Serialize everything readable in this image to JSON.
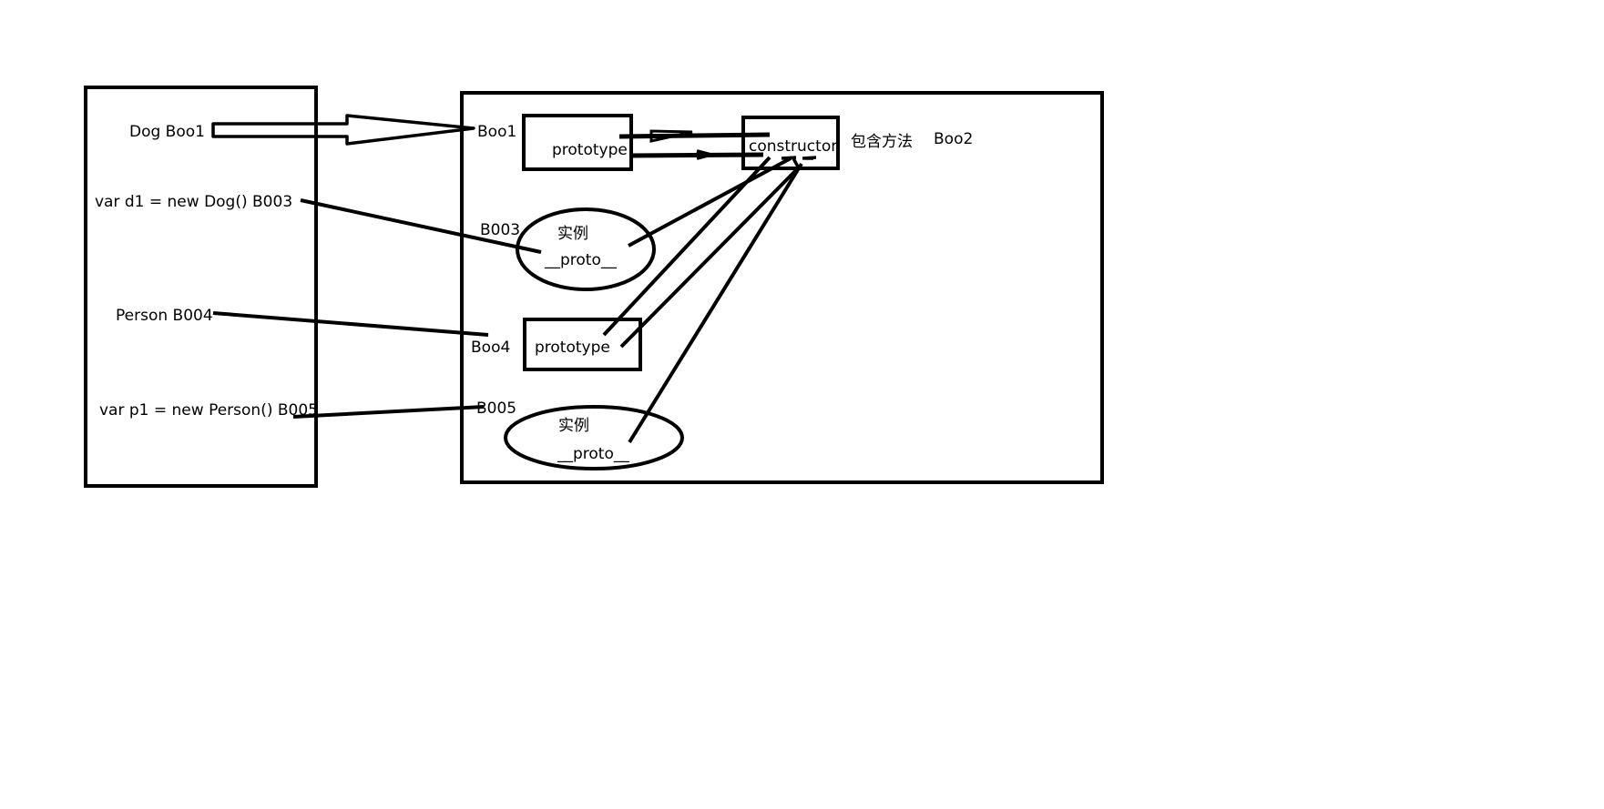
{
  "colors": {
    "background": "#ffffff",
    "stroke": "#000000",
    "text": "#000000"
  },
  "stack": {
    "dog_boo1": "Dog Boo1",
    "d1_decl": "var d1 = new Dog()  B003",
    "person_b004": "Person B004",
    "p1_decl": "var p1 = new Person() B005"
  },
  "heap": {
    "boo1": "Boo1",
    "dog_prototype": "prototype",
    "constructor": "constructor",
    "contains_methods": "包含方法",
    "boo2": "Boo2",
    "b003": "B003",
    "d1_instance": "实例",
    "d1_proto": "__proto__",
    "boo4": "Boo4",
    "person_prototype": "prototype",
    "b005": "B005",
    "p1_instance": "实例",
    "p1_proto": "__proto__"
  }
}
